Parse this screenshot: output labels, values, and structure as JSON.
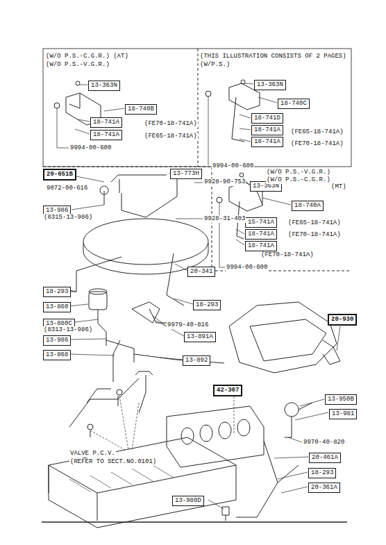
{
  "diagram": {
    "nodes": [
      {
        "text": [
          "13-363N"
        ]
      },
      {
        "text": [
          "18-740B"
        ]
      },
      {
        "text": [
          "18-741A"
        ]
      },
      {
        "text": [
          "18-741A"
        ]
      },
      {
        "text": [
          "13-363N"
        ]
      },
      {
        "text": [
          "18-740C"
        ]
      },
      {
        "text": [
          "18-741D"
        ]
      },
      {
        "text": [
          "18-741A"
        ]
      },
      {
        "text": [
          "18-741A"
        ]
      },
      {
        "text": [
          "20-651B"
        ]
      },
      {
        "text": [
          "13-773H"
        ]
      },
      {
        "text": [
          "13-986"
        ]
      },
      {
        "text": [
          "13-363N"
        ]
      },
      {
        "text": [
          "18-740A"
        ]
      },
      {
        "text": [
          "15-741A"
        ]
      },
      {
        "text": [
          "18-741A"
        ]
      },
      {
        "text": [
          "18-741A"
        ]
      },
      {
        "text": [
          "20-341"
        ]
      },
      {
        "text": [
          "18-293"
        ]
      },
      {
        "text": [
          "13-860"
        ]
      },
      {
        "text": [
          "18-293"
        ]
      },
      {
        "text": [
          "13-880C"
        ]
      },
      {
        "text": [
          "13-891A"
        ]
      },
      {
        "text": [
          "13-986"
        ]
      },
      {
        "text": [
          "13-868"
        ]
      },
      {
        "text": [
          "13-892"
        ]
      },
      {
        "text": [
          "20-930"
        ]
      },
      {
        "text": [
          "42-307"
        ]
      },
      {
        "text": [
          "13-950B"
        ]
      },
      {
        "text": [
          "13-981"
        ]
      },
      {
        "text": [
          "20-461A"
        ]
      },
      {
        "text": [
          "18-293"
        ]
      },
      {
        "text": [
          "13-980D"
        ]
      },
      {
        "text": [
          "20-361A"
        ]
      }
    ],
    "labels": [
      "(W/O P.S.-C.G.R.) (AT)",
      "(W/O P.S.-V.G.R.)",
      "(FE70-18-741A)",
      "(FE65-18-741A)",
      "9994-00-600",
      "(THIS ILLUSTRATION CONSISTS OF 2 PAGES)",
      "(W/P.S.)",
      "(FE65-18-741A)",
      "(FE70-18-741A)",
      "9994-00-600",
      "9072-00-616",
      "9928-90-753",
      "9928-31-403",
      "(8315-13-986)",
      "(W/O P.S.-V.G.R.)",
      "(W/O P.S.-C.G.R.)",
      "(MT)",
      "(FE65-18-741A)",
      "(FE70-18-741A)",
      "(FE70-18-741A)",
      "9994-00-600",
      "9979-40-816",
      "(8313-13-986)",
      "9970-40-820",
      "VALVE P.C.V.",
      "(REFER TO SECT.NO.0101)"
    ]
  }
}
